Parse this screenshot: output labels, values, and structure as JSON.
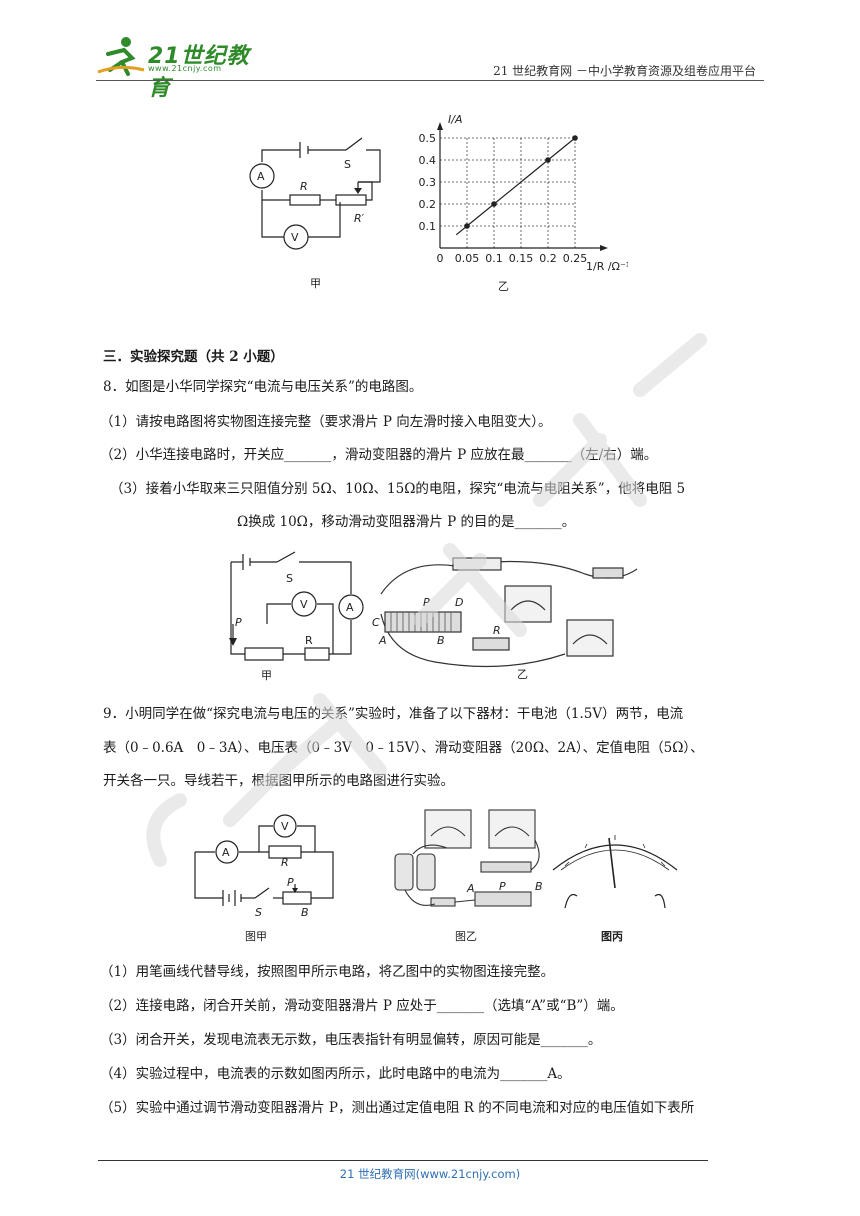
{
  "header": {
    "logo_text": "21世纪教育",
    "logo_url": "www.21cnjy.com",
    "right_text": "21 世纪教育网 －中小学教育资源及组卷应用平台"
  },
  "fig_top": {
    "jia_label": "甲",
    "yi_label": "乙",
    "y_axis_label": "I/A",
    "y_ticks": [
      "0.1",
      "0.2",
      "0.3",
      "0.4",
      "0.5"
    ],
    "x_ticks": [
      "0",
      "0.05",
      "0.1",
      "0.15",
      "0.2",
      "0.25"
    ],
    "x_axis_label": "1/R /Ω⁻¹",
    "labels": {
      "A": "A",
      "V": "V",
      "S": "S",
      "R": "R",
      "Rp": "R′"
    }
  },
  "chart_data": {
    "type": "line",
    "x": [
      0.05,
      0.1,
      0.15,
      0.2,
      0.25
    ],
    "y": [
      0.1,
      0.2,
      0.3,
      0.4,
      0.5
    ],
    "xlabel": "1/R /Ω⁻¹",
    "ylabel": "I/A",
    "xlim": [
      0,
      0.25
    ],
    "ylim": [
      0,
      0.5
    ],
    "grid": true
  },
  "section3": {
    "title": "三．实验探究题（共 2 小题）"
  },
  "q8": {
    "stem": "8．如图是小华同学探究“电流与电压关系”的电路图。",
    "p1": "（1）请按电路图将实物图连接完整（要求滑片 P 向左滑时接入电阻变大）。",
    "p2": "（2）小华连接电路时，开关应_______，滑动变阻器的滑片 P 应放在最_______（左/右）端。",
    "p3a": "（3）接着小华取来三只阻值分别 5Ω、10Ω、15Ω的电阻，探究“电流与电阻关系”，他将电阻 5",
    "p3b": "Ω换成 10Ω，移动滑动变阻器滑片 P 的目的是_______。",
    "fig": {
      "jia": "甲",
      "yi": "乙",
      "S": "S",
      "V": "V",
      "A": "A",
      "P": "P",
      "R": "R",
      "C": "C",
      "D": "D",
      "B": "B"
    }
  },
  "q9": {
    "stem1": "9．小明同学在做“探究电流与电压的关系”实验时，准备了以下器材：干电池（1.5V）两节，电流",
    "stem2": "表（0﹣0.6A　0﹣3A）、电压表（0﹣3V　0﹣15V）、滑动变阻器（20Ω、2A）、定值电阻（5Ω）、",
    "stem3": "开关各一只。导线若干，根据图甲所示的电路图进行实验。",
    "fig": {
      "jia": "图甲",
      "yi": "图乙",
      "bing": "图丙",
      "A": "A",
      "V": "V",
      "R": "R",
      "S": "S",
      "P": "P",
      "B": "B"
    },
    "p1": "（1）用笔画线代替导线，按照图甲所示电路，将乙图中的实物图连接完整。",
    "p2": "（2）连接电路，闭合开关前，滑动变阻器滑片 P 应处于_______（选填“A”或“B”）端。",
    "p3": "（3）闭合开关，发现电流表无示数，电压表指针有明显偏转，原因可能是_______。",
    "p4": "（4）实验过程中，电流表的示数如图丙所示，此时电路中的电流为_______A。",
    "p5": "（5）实验中通过调节滑动变阻器滑片 P，测出通过定值电阻 R 的不同电流和对应的电压值如下表所"
  },
  "footer": {
    "text": "21 世纪教育网(www.21cnjy.com)"
  }
}
